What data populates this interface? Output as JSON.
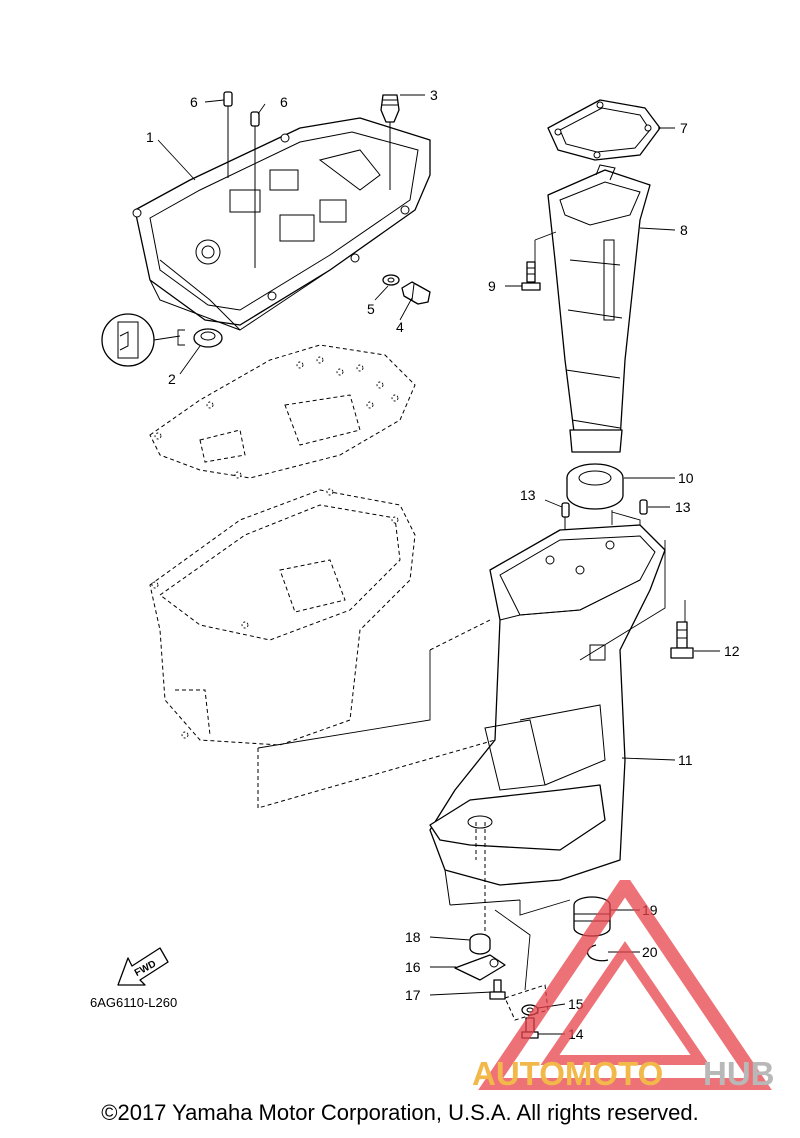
{
  "diagram_code": "6AG6110-L260",
  "fwd_label": "FWD",
  "copyright": "©2017 Yamaha Motor Corporation, U.S.A. All rights reserved.",
  "watermark": {
    "part1": "AUTOMOTO",
    "part2": "HUB",
    "color_part1": "#f2b94a",
    "color_part2": "#b8b8b8",
    "triangle_color": "#e8434a"
  },
  "callouts": {
    "c1": "1",
    "c2": "2",
    "c3": "3",
    "c4": "4",
    "c5": "5",
    "c6a": "6",
    "c6b": "6",
    "c7": "7",
    "c8": "8",
    "c9": "9",
    "c10": "10",
    "c11": "11",
    "c12": "12",
    "c13a": "13",
    "c13b": "13",
    "c14": "14",
    "c15": "15",
    "c16": "16",
    "c17": "17",
    "c18": "18",
    "c19": "19",
    "c20": "20"
  }
}
